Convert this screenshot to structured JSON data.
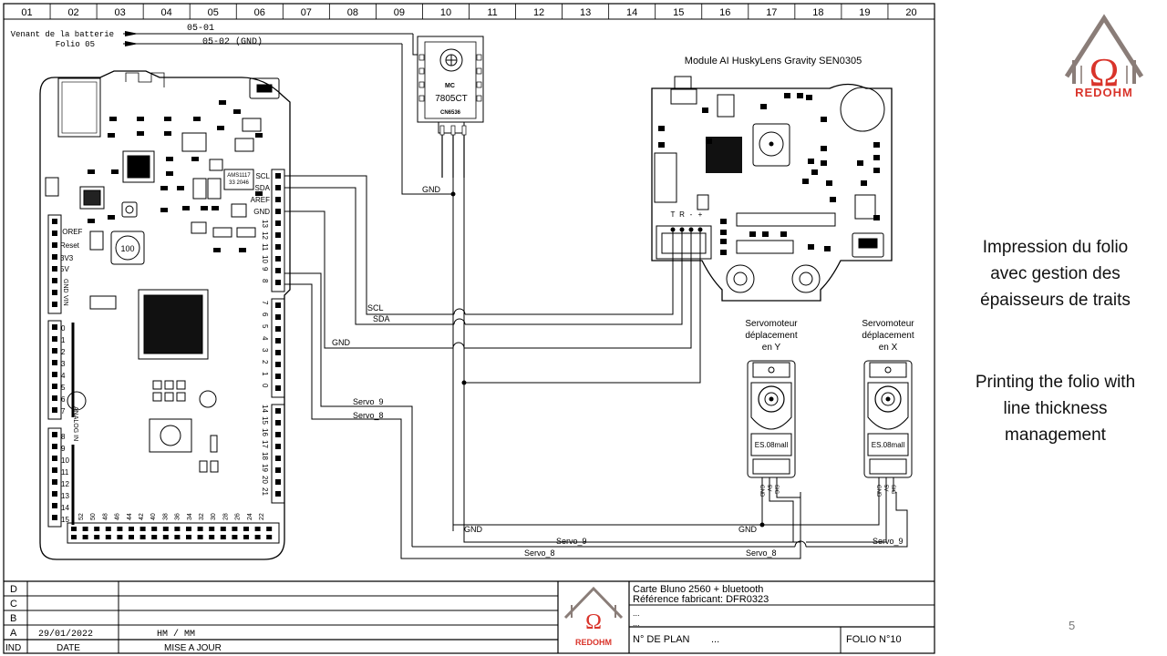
{
  "frame": {
    "columns": [
      "01",
      "02",
      "03",
      "04",
      "05",
      "06",
      "07",
      "08",
      "09",
      "10",
      "11",
      "12",
      "13",
      "14",
      "15",
      "16",
      "17",
      "18",
      "19",
      "20"
    ]
  },
  "power": {
    "from_battery": "Venant de la batterie",
    "folio": "Folio 05",
    "wire1": "05-01",
    "wire2": "05-02 (GND)"
  },
  "regulator": {
    "brand": "MC",
    "part": "7805CT",
    "code": "CN6536"
  },
  "camera": {
    "title": "Module AI HuskyLens Gravity SEN0305",
    "pins": [
      "T",
      "R",
      "-",
      "+"
    ]
  },
  "board": {
    "top_pins": [
      "SCL",
      "SDA",
      "AREF",
      "GND"
    ],
    "power_pins": [
      "IOREF",
      "Reset",
      "3V3",
      "5V",
      "GND",
      "VIN"
    ],
    "analog_label": "ANALOG IN",
    "chip_label": "AMS1117",
    "chip_sub": "33 2046",
    "inductor": "100"
  },
  "wires": {
    "gnd": "GND",
    "scl": "SCL",
    "sda": "SDA",
    "servo9": "Servo_9",
    "servo8": "Servo_8"
  },
  "servos": [
    {
      "title_l1": "Servomoteur",
      "title_l2": "déplacement",
      "title_l3": "en Y",
      "model": "ES.08mall"
    },
    {
      "title_l1": "Servomoteur",
      "title_l2": "déplacement",
      "title_l3": "en X",
      "model": "ES.08mall"
    }
  ],
  "servo_pins": [
    "GND",
    "5V",
    "SIG"
  ],
  "title_block": {
    "rev_rows": [
      {
        "ind": "D",
        "date": "",
        "desc": ""
      },
      {
        "ind": "C",
        "date": "",
        "desc": ""
      },
      {
        "ind": "B",
        "date": "",
        "desc": ""
      },
      {
        "ind": "A",
        "date": "29/01/2022",
        "desc": "HM / MM"
      }
    ],
    "header": {
      "ind": "IND",
      "date": "DATE",
      "desc": "MISE A JOUR"
    },
    "line1": "Carte Bluno 2560 + bluetooth",
    "line2": "Référence fabricant: DFR0323",
    "line3": "...",
    "line4": "...",
    "plan_label": "N° DE PLAN",
    "plan_value": "...",
    "folio": "FOLIO N°10",
    "logo_text": "REDOHM"
  },
  "logo": {
    "text": "REDOHM",
    "brand_color": "#d9342b",
    "roof_color": "#8a7d78"
  },
  "side": {
    "fr_l1": "Impression du folio",
    "fr_l2": "avec gestion des",
    "fr_l3": "épaisseurs de traits",
    "en_l1": "Printing the folio with",
    "en_l2": "line thickness",
    "en_l3": "management"
  },
  "page_number": "5"
}
